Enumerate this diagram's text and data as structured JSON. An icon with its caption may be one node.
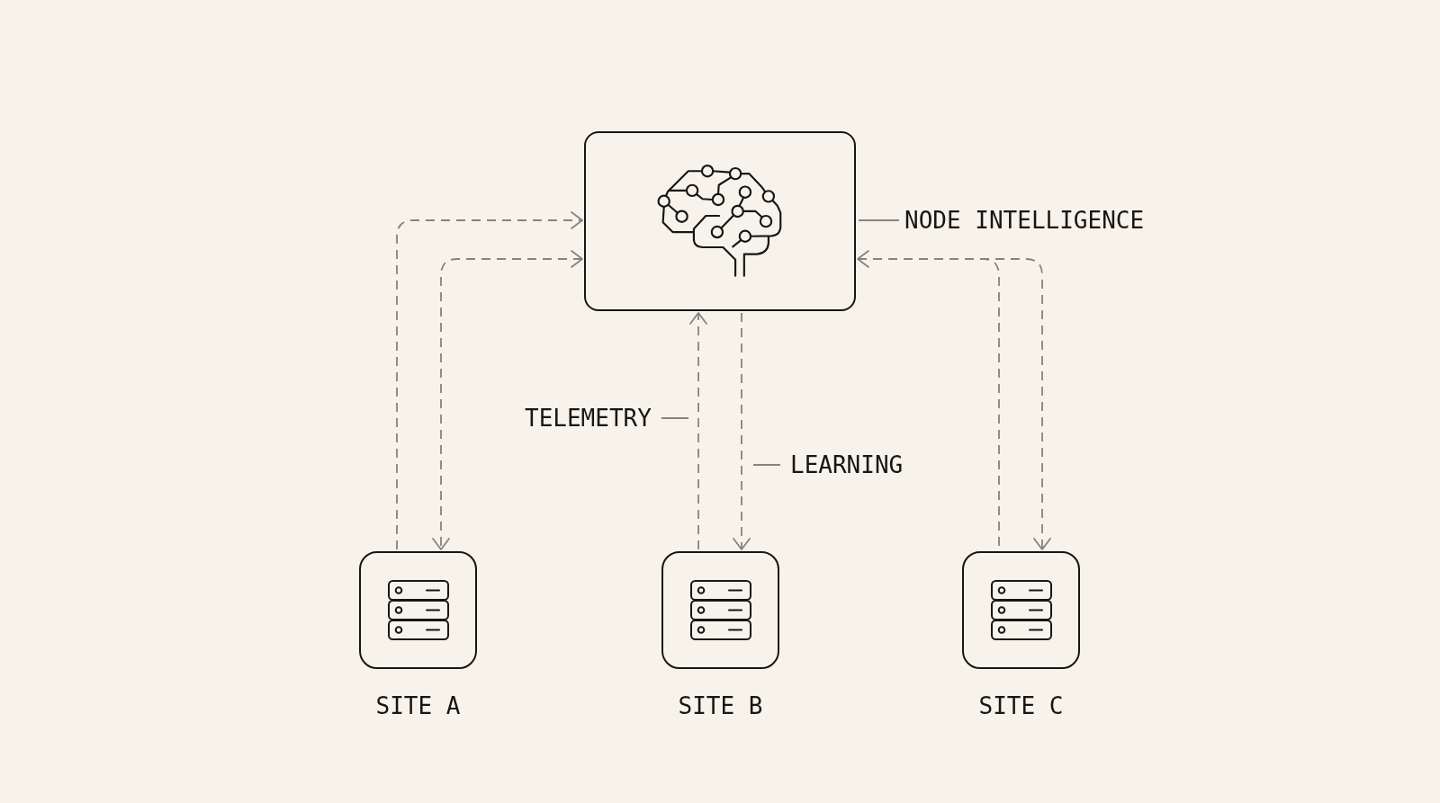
{
  "diagram": {
    "nodes": [
      {
        "text": [],
        "shape": "box"
      },
      {
        "text": [
          "NODE INTELLIGENCE"
        ]
      },
      {
        "text": [],
        "shape": "box",
        "beside": [
          "SITE A"
        ]
      },
      {
        "text": [],
        "shape": "box",
        "beside": [
          "SITE B"
        ]
      },
      {
        "text": [],
        "shape": "box",
        "beside": [
          "SITE C"
        ]
      }
    ],
    "edges": [
      {
        "from": 1,
        "to": 0,
        "arrow": "none"
      },
      {
        "from": 2,
        "to": 0,
        "arrow": "to",
        "style": "dashed"
      },
      {
        "from": 0,
        "to": 2,
        "arrow": "both",
        "style": "dashed"
      },
      {
        "from": 3,
        "to": 0,
        "arrow": "to",
        "style": "dashed",
        "label": "TELEMETRY"
      },
      {
        "from": 0,
        "to": 3,
        "arrow": "to",
        "style": "dashed",
        "label": "LEARNING"
      },
      {
        "from": 4,
        "to": 0,
        "arrow": "to",
        "style": "dashed"
      },
      {
        "from": 0,
        "to": 4,
        "arrow": "to",
        "style": "dashed"
      }
    ]
  }
}
